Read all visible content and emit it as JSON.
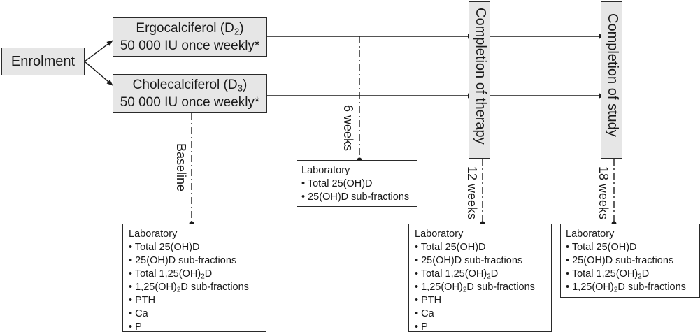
{
  "enrolment": "Enrolment",
  "arms": [
    {
      "drug": "Ergocalciferol (D",
      "sub": "2",
      "close": ")",
      "dose": "50 000 IU once weekly*"
    },
    {
      "drug": "Cholecalciferol (D",
      "sub": "3",
      "close": ")",
      "dose": "50 000 IU once weekly*"
    }
  ],
  "milestones": {
    "therapy": "Completion of therapy",
    "study": "Completion of study"
  },
  "timepoints": {
    "baseline": "Baseline",
    "w6": "6 weeks",
    "w12": "12 weeks",
    "w18": "18 weeks"
  },
  "labs": {
    "heading": "Laboratory",
    "baseline": [
      "Total 25(OH)D",
      "25(OH)D sub-fractions",
      "Total 1,25(OH)2D",
      "1,25(OH)2D sub-fractions",
      "PTH",
      "Ca",
      "P"
    ],
    "w6": [
      "Total 25(OH)D",
      "25(OH)D sub-fractions"
    ],
    "w12": [
      "Total 25(OH)D",
      "25(OH)D sub-fractions",
      "Total 1,25(OH)2D",
      "1,25(OH)2D sub-fractions",
      "PTH",
      "Ca",
      "P"
    ],
    "w18": [
      "Total 25(OH)D",
      "25(OH)D sub-fractions",
      "Total 1,25(OH)2D",
      "1,25(OH)2D sub-fractions"
    ]
  }
}
